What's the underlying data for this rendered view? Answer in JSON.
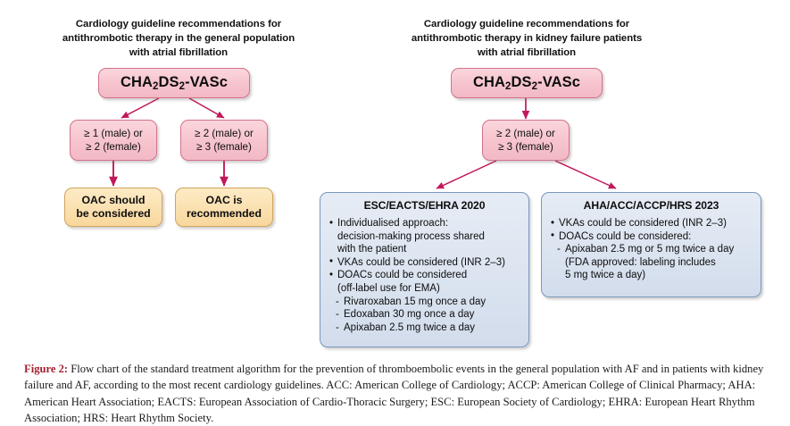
{
  "figure": {
    "left_panel": {
      "title": "Cardiology guideline recommendations for\nantithrombotic therapy in the general population\nwith atrial fibrillation",
      "root_node": "CHA2DS2-VASc",
      "root_node_parts": {
        "a": "CHA",
        "sub1": "2",
        "b": "DS",
        "sub2": "2",
        "c": "-VASc"
      },
      "criteria": [
        {
          "text": "≥ 1 (male) or\n≥ 2 (female)"
        },
        {
          "text": "≥ 2 (male) or\n≥ 3 (female)"
        }
      ],
      "outcomes": [
        {
          "text": "OAC should\nbe considered"
        },
        {
          "text": "OAC is\nrecommended"
        }
      ]
    },
    "right_panel": {
      "title": "Cardiology guideline recommendations for\nantithrombotic therapy in kidney failure patients\nwith atrial fibrillation",
      "root_node": "CHA2DS2-VASc",
      "root_node_parts": {
        "a": "CHA",
        "sub1": "2",
        "b": "DS",
        "sub2": "2",
        "c": "-VASc"
      },
      "criteria": [
        {
          "text": "≥ 2 (male) or\n≥ 3 (female)"
        }
      ],
      "guidelines": [
        {
          "heading": "ESC/EACTS/EHRA 2020",
          "items": [
            {
              "style": "bullet",
              "text": "Individualised approach:\ndecision-making process shared\nwith the patient"
            },
            {
              "style": "bullet",
              "text": "VKAs could be considered (INR 2–3)"
            },
            {
              "style": "bullet",
              "text": "DOACs could be considered\n(off-label use for EMA)"
            },
            {
              "style": "dash",
              "text": "Rivaroxaban 15 mg once a day"
            },
            {
              "style": "dash",
              "text": "Edoxaban 30 mg once a day"
            },
            {
              "style": "dash",
              "text": "Apixaban 2.5 mg twice a day"
            }
          ]
        },
        {
          "heading": "AHA/ACC/ACCP/HRS 2023",
          "items": [
            {
              "style": "bullet",
              "text": "VKAs could be considered (INR 2–3)"
            },
            {
              "style": "bullet",
              "text": "DOACs could be considered:"
            },
            {
              "style": "dash",
              "text": "Apixaban 2.5 mg or 5 mg twice a day\n  (FDA approved: labeling includes\n  5 mg twice a day)"
            }
          ]
        }
      ]
    },
    "caption": {
      "label": "Figure 2:",
      "text": " Flow chart of the standard treatment algorithm for the prevention of thromboembolic events in the general population with AF and in patients with kidney failure and AF, according to the most recent cardiology guidelines. ACC: American College of Cardiology; ACCP: American College of Clinical Pharmacy; AHA: American Heart Association; EACTS: European Association of Cardio-Thoracic Surgery; ESC: European Society of Cardiology; EHRA: European Heart Rhythm Association; HRS: Heart Rhythm Society."
    },
    "colors": {
      "pink_fill": "#f6c3cd",
      "pink_border": "#d2728c",
      "orange_fill": "#fadfad",
      "orange_border": "#d0a45c",
      "blue_fill": "#dbe4f0",
      "blue_border": "#7b97bd",
      "arrow": "#c2185b",
      "caption_label": "#a31f2f"
    }
  }
}
